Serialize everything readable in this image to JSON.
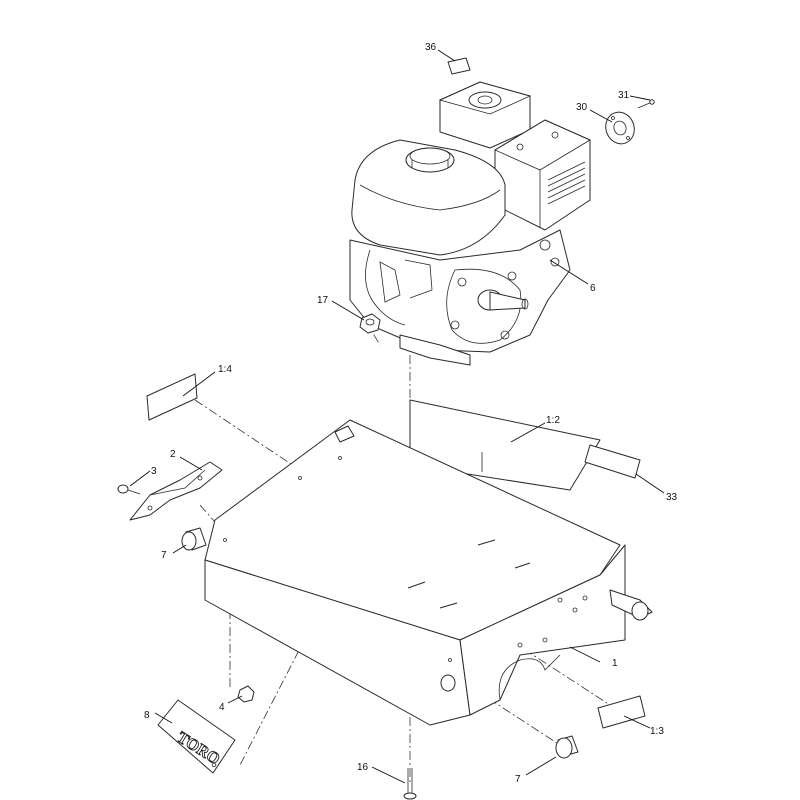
{
  "callouts": [
    {
      "id": "c36",
      "text": "36"
    },
    {
      "id": "c31",
      "text": "31"
    },
    {
      "id": "c30",
      "text": "30"
    },
    {
      "id": "c6",
      "text": "6"
    },
    {
      "id": "c17",
      "text": "17"
    },
    {
      "id": "c1_4",
      "text": "1:4"
    },
    {
      "id": "c1_2",
      "text": "1:2"
    },
    {
      "id": "c33",
      "text": "33"
    },
    {
      "id": "c2",
      "text": "2"
    },
    {
      "id": "c3",
      "text": "3"
    },
    {
      "id": "c7a",
      "text": "7"
    },
    {
      "id": "c1",
      "text": "1"
    },
    {
      "id": "c4",
      "text": "4"
    },
    {
      "id": "c8",
      "text": "8"
    },
    {
      "id": "c1_3",
      "text": "1:3"
    },
    {
      "id": "c16",
      "text": "16"
    },
    {
      "id": "c7b",
      "text": "7"
    }
  ],
  "logo": {
    "text": "TORO"
  },
  "colors": {
    "line": "#2a2a2a",
    "background": "#ffffff"
  }
}
